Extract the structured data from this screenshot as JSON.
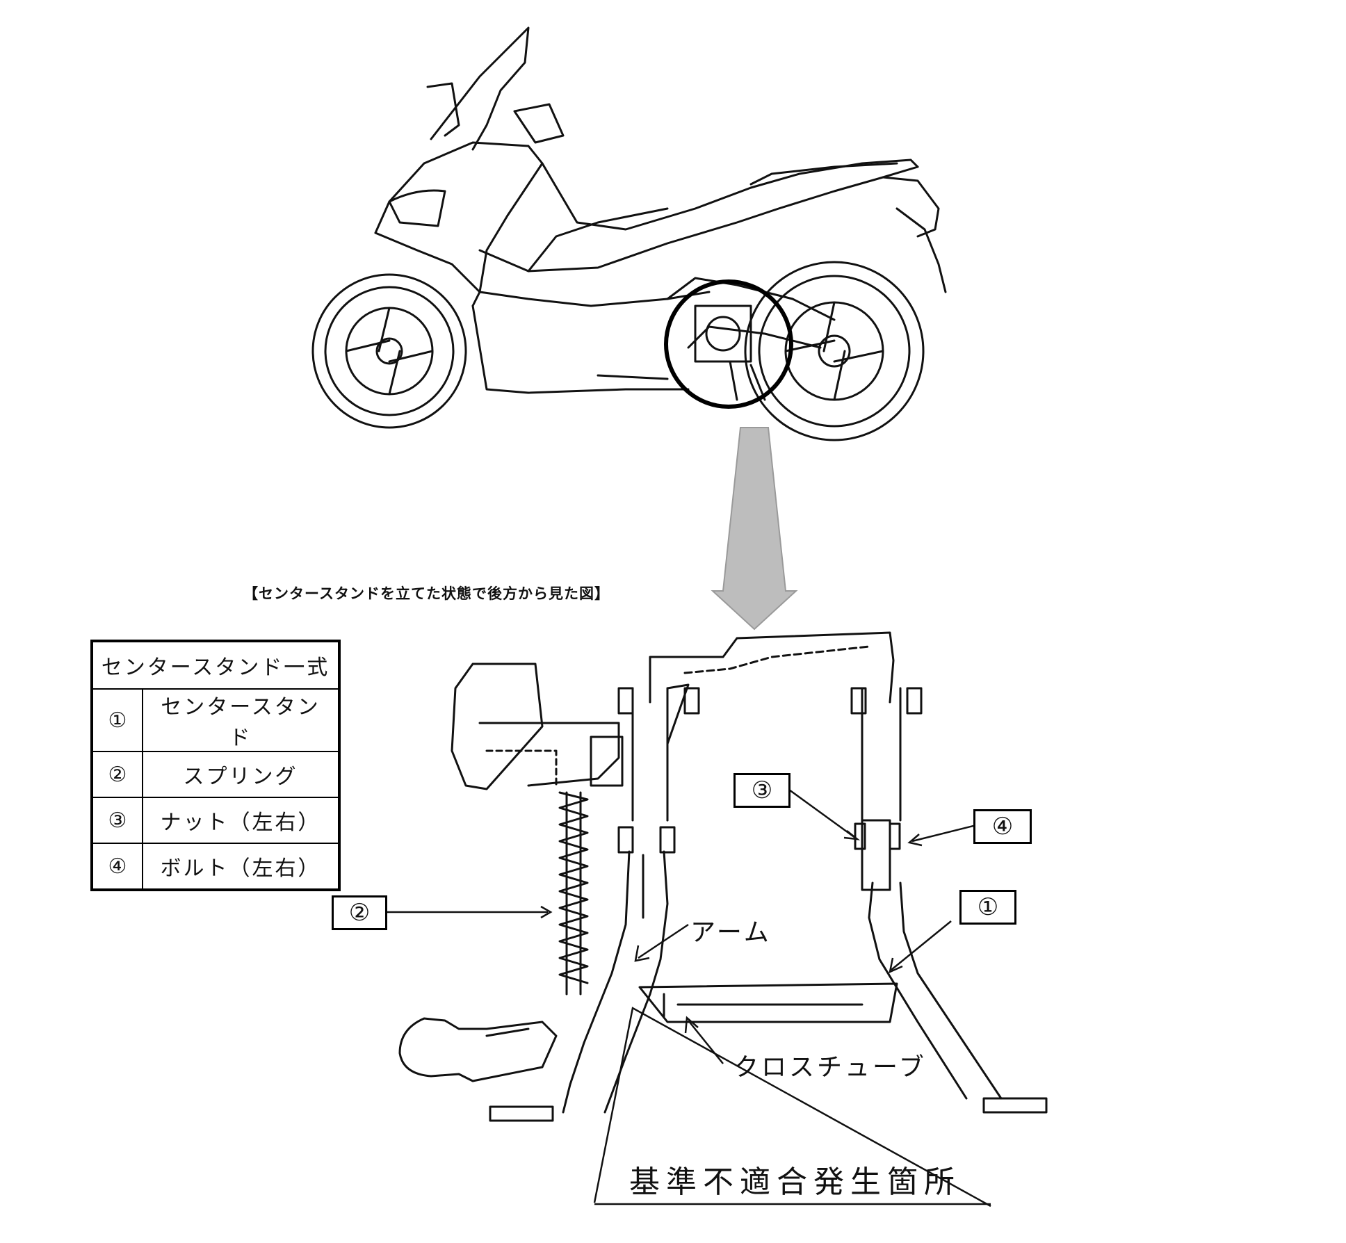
{
  "caption": "【センタースタンドを立てた状態で後方から見た図】",
  "parts_table": {
    "header": "センタースタンド一式",
    "rows": [
      {
        "num": "①",
        "name": "センタースタンド"
      },
      {
        "num": "②",
        "name": "スプリング"
      },
      {
        "num": "③",
        "name": "ナット（左右）"
      },
      {
        "num": "④",
        "name": "ボルト（左右）"
      }
    ]
  },
  "callouts": {
    "c1": "①",
    "c2": "②",
    "c3": "③",
    "c4": "④",
    "arm": "アーム",
    "cross_tube": "クロスチューブ",
    "defect_location": "基準不適合発生箇所"
  },
  "colors": {
    "line": "#111111",
    "arrow_fill": "#bdbdbd"
  }
}
